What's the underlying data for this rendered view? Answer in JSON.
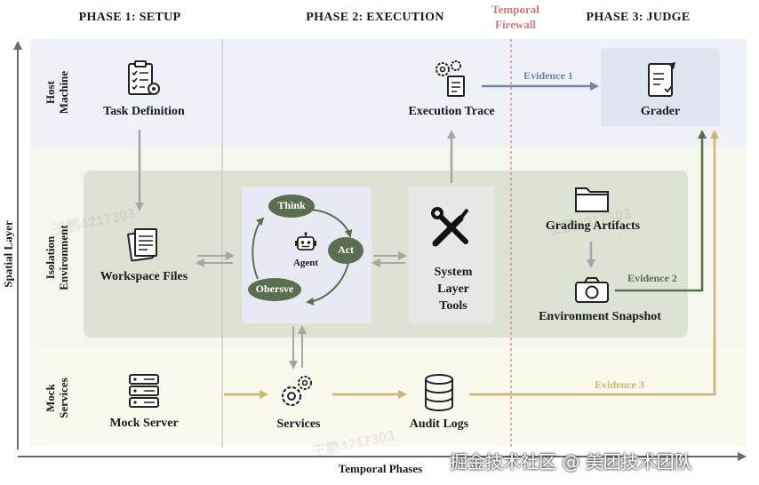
{
  "phases": {
    "setup": "PHASE 1: SETUP",
    "execution": "PHASE 2: EXECUTION",
    "judge": "PHASE 3: JUDGE",
    "firewall": "Temporal\nFirewall"
  },
  "layers": {
    "host": "Host\nMachine",
    "isolation": "Isolation\nEnvironment",
    "mock": "Mock\nServices"
  },
  "axes": {
    "y_label": "Spatial Layer",
    "x_label": "Temporal Phases"
  },
  "nodes": {
    "task_definition": "Task Definition",
    "workspace_files": "Workspace Files",
    "mock_server": "Mock Server",
    "execution_trace": "Execution Trace",
    "system_tools": "System\nLayer\nTools",
    "services": "Services",
    "audit_logs": "Audit Logs",
    "grader": "Grader",
    "grading_artifacts": "Grading Artifacts",
    "environment_snapshot": "Environment Snapshot"
  },
  "agent_loop": {
    "think": "Think",
    "act": "Act",
    "observe": "Obersve",
    "agent": "Agent"
  },
  "evidence": {
    "e1": "Evidence 1",
    "e2": "Evidence 2",
    "e3": "Evidence 3"
  },
  "colors": {
    "host_band": "#eef1f8",
    "isolation_band": "#f5f7ec",
    "mock_band": "#fbf8ec",
    "isolation_box": "#dde3d2",
    "agent_box": "#e7eaf3",
    "loop_green": "#5b6e4f",
    "evidence1": "#7282a8",
    "evidence2": "#56704b",
    "evidence3": "#cdb574",
    "firewall": "#c97c7c"
  },
  "watermarks": [
    "王鹏4217303",
    "王鹏4217303",
    "王鹏4217303"
  ],
  "footer": {
    "brand": "掘金技术社区 @ 美团技术团队"
  }
}
